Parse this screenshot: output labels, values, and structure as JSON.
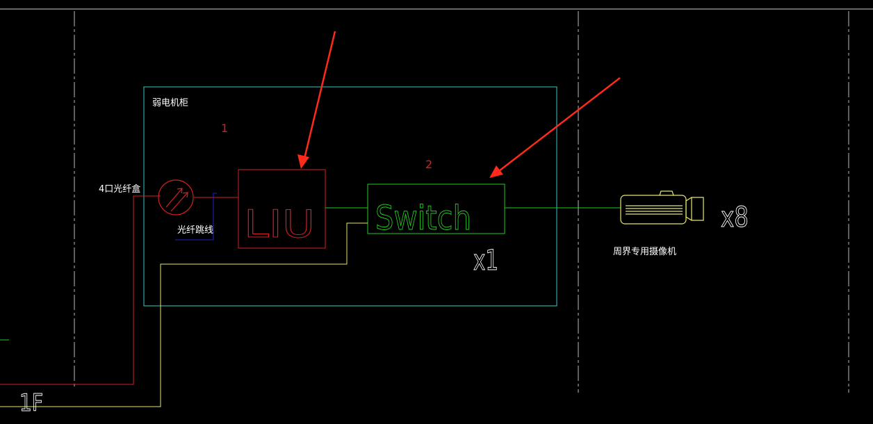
{
  "cabinet": {
    "title": "弱电机柜"
  },
  "markers": {
    "one": "1",
    "two": "2"
  },
  "fiber_box": {
    "label": "4口光纤盒"
  },
  "patch_cord": {
    "label": "光纤跳线"
  },
  "liu": {
    "label": "LIU"
  },
  "switch": {
    "label": "Switch",
    "count": "x1"
  },
  "camera": {
    "label": "周界专用摄像机",
    "count": "x8"
  },
  "floor": {
    "label": "1F"
  },
  "colors": {
    "background": "#000000",
    "cabinet": "#3cc8c8",
    "red": "#d42020",
    "green": "#22cc22",
    "yellow": "#e8e870",
    "white": "#ffffff",
    "blue": "#1e22c8",
    "arrow": "#ff2a1a",
    "grid": "#b8b8b8"
  }
}
